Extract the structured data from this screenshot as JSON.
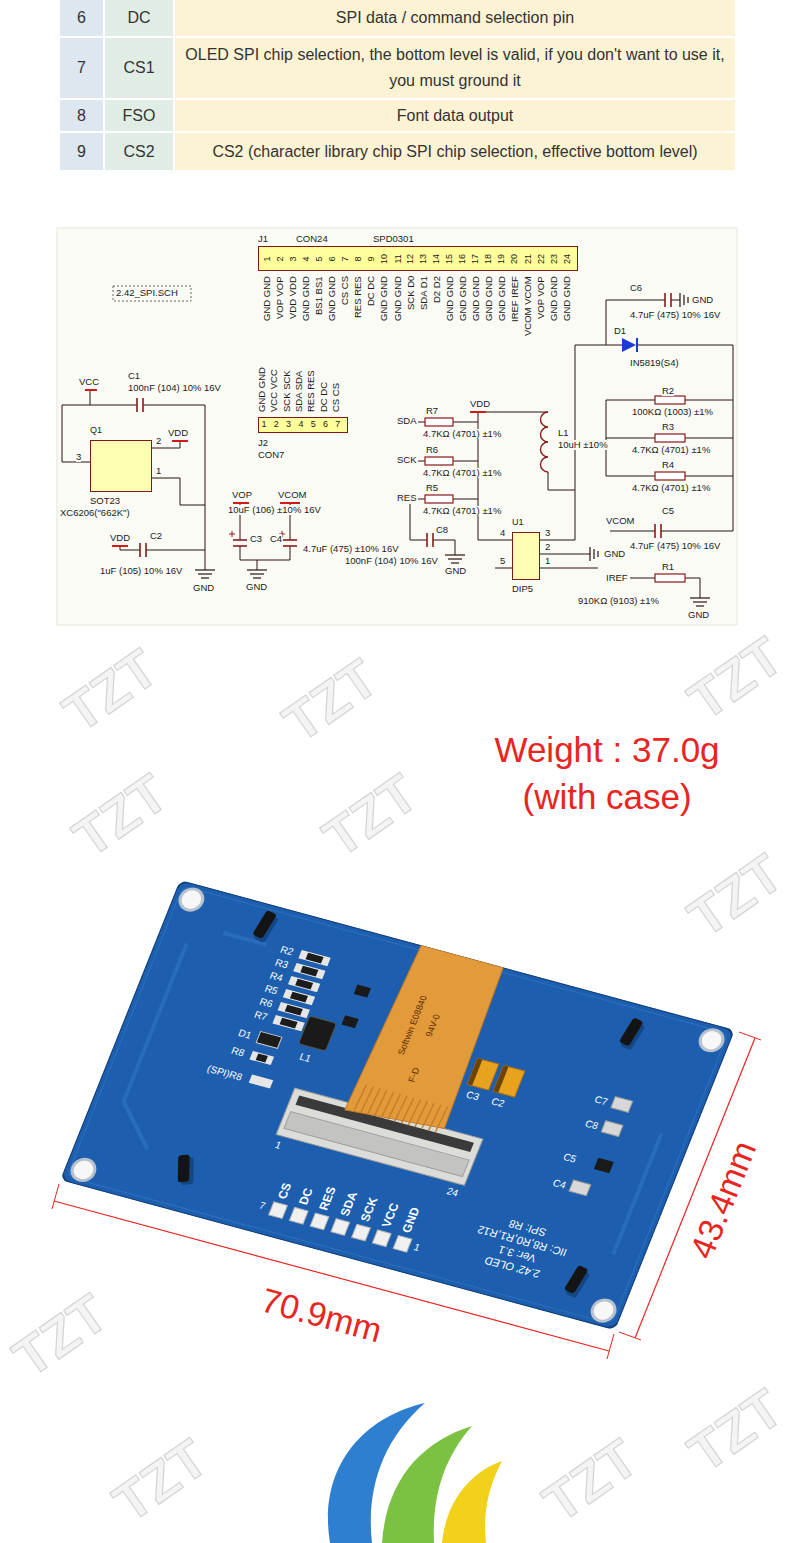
{
  "diagram": {
    "nodes": [
      {
        "text": [
          "1",
          "2",
          "3",
          "4",
          "5",
          "6",
          "7",
          "8",
          "9",
          "10",
          "11",
          "12",
          "13",
          "14",
          "15",
          "16",
          "17",
          "18",
          "19",
          "20",
          "21",
          "22",
          "23",
          "24"
        ]
      },
      {
        "text": [
          "1",
          "2",
          "3",
          "4",
          "5",
          "6",
          "7"
        ]
      },
      {
        "text": [
          "Q1"
        ]
      },
      {
        "text": [
          "U1"
        ]
      }
    ],
    "labels": [
      "6",
      "DC",
      "SPI data / command selection pin",
      "7",
      "CS1",
      "OLED SPI chip selection, the bottom level is valid, if you don't want to use it, you must ground it",
      "8",
      "FSO",
      "Font data output",
      "9",
      "CS2",
      "CS2 (character library chip SPI chip selection, effective bottom level)",
      "J1",
      "CON24",
      "SPD0301",
      "2.42_SPI.SCH",
      "GND GND",
      "VOP VOP",
      "VDD VDD",
      "GND GND",
      "BS1 BS1",
      "GND GND",
      "CS CS",
      "RES RES",
      "DC DC",
      "GND GND",
      "GND GND",
      "SCK D0",
      "SDA D1",
      "D2 D2",
      "GND GND",
      "GND GND",
      "GND GND",
      "GND GND",
      "GND GND",
      "IREF IREF",
      "VCOM VCOM",
      "VOP VOP",
      "GND GND",
      "GND GND",
      "GND GND",
      "VCC VCC",
      "SCK SCK",
      "SDA SDA",
      "RES RES",
      "DC DC",
      "CS CS",
      "J2",
      "CON7",
      "VCC",
      "C1",
      "100nF (104) 10% 16V",
      "VDD",
      "3",
      "2",
      "1",
      "SOT23",
      "XC6206(\"662K\")",
      "VDD",
      "C2",
      "1uF (105) 10% 16V",
      "GND",
      "VOP",
      "VCOM",
      "10uF (106) ±10% 16V",
      "C3",
      "C4",
      "4.7uF (475) ±10% 16V",
      "GND",
      "SDA",
      "R7",
      "4.7KΩ (4701) ±1%",
      "SCK",
      "R6",
      "4.7KΩ (4701) ±1%",
      "RES",
      "R5",
      "4.7KΩ (4701) ±1%",
      "C8",
      "100nF (104) 10% 16V",
      "GND",
      "VDD",
      "4",
      "5",
      "3",
      "2",
      "1",
      "DIP5",
      "GND",
      "L1",
      "10uH ±10%",
      "C6",
      "GND",
      "4.7uF (475) 10% 16V",
      "D1",
      "IN5819(S4)",
      "R2",
      "100KΩ (1003) ±1%",
      "R3",
      "4.7KΩ (4701) ±1%",
      "R4",
      "4.7KΩ (4701) ±1%",
      "C5",
      "VCOM",
      "4.7uF (475) 10% 16V",
      "IREF",
      "R1",
      "910KΩ (9103) ±1%",
      "GND",
      "Weight : 37.0g",
      "(with case)",
      "70.9mm",
      "43.4mm",
      "R2",
      "R3",
      "R4",
      "R5",
      "R6",
      "R7",
      "D1",
      "R8",
      "(SPI)R8",
      "L1",
      "C3",
      "C2",
      "C7",
      "C8",
      "C5",
      "C4",
      "Softwin E08840",
      "94V-0",
      "F-D",
      "CS",
      "DC",
      "RES",
      "SDA",
      "SCK",
      "VCC",
      "GND",
      "7",
      "1",
      "1",
      "24",
      "SPI: R8",
      "IIC: R8,R0,R1,R12",
      "Ver: 3.1",
      "2.42' OLED",
      "TZT",
      "TZT",
      "TZT",
      "TZT",
      "TZT",
      "TZT",
      "TZT",
      "TZT",
      "TZT",
      "TZT"
    ]
  }
}
